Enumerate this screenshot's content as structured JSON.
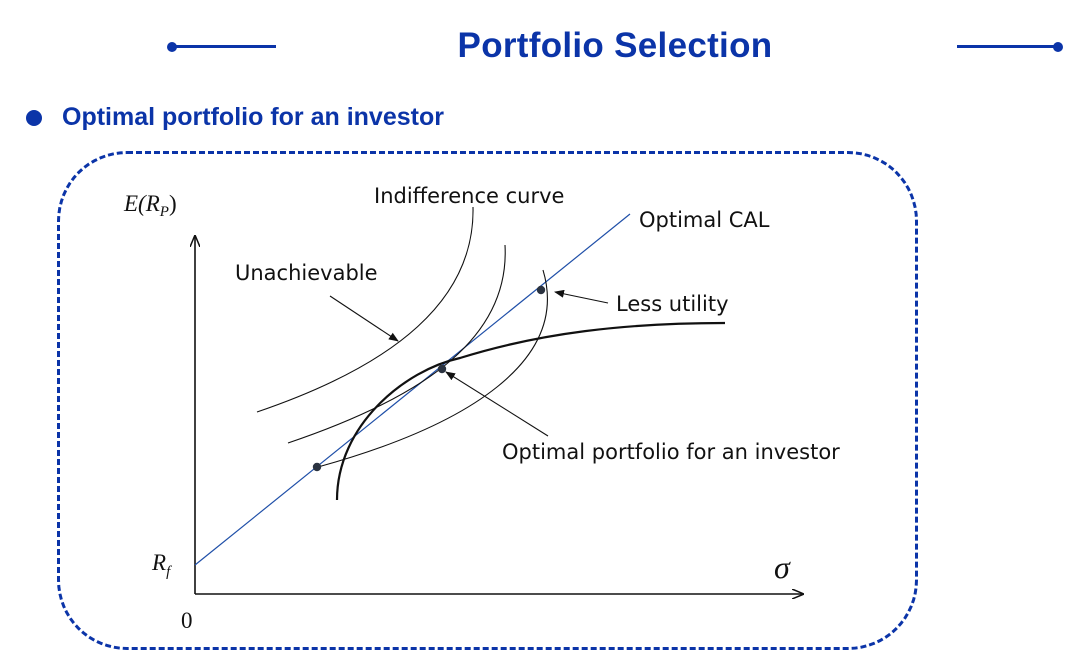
{
  "header": {
    "title": "Portfolio Selection",
    "accent_color": "#0b34a8"
  },
  "section": {
    "heading": "Optimal portfolio for an investor"
  },
  "diagram": {
    "y_axis_label_prefix": "E(R",
    "y_axis_label_subscript": "P",
    "y_axis_label_suffix": ")",
    "x_axis_label": "σ",
    "origin_label": "0",
    "rf_label": "R",
    "rf_label_subscript": "f",
    "labels": {
      "indifference_curve": "Indifference curve",
      "optimal_cal": "Optimal CAL",
      "unachievable": "Unachievable",
      "less_utility": "Less utility",
      "optimal_portfolio": "Optimal portfolio for an investor"
    },
    "cal_color": "#1f4fa8",
    "curve_color": "#111111"
  }
}
